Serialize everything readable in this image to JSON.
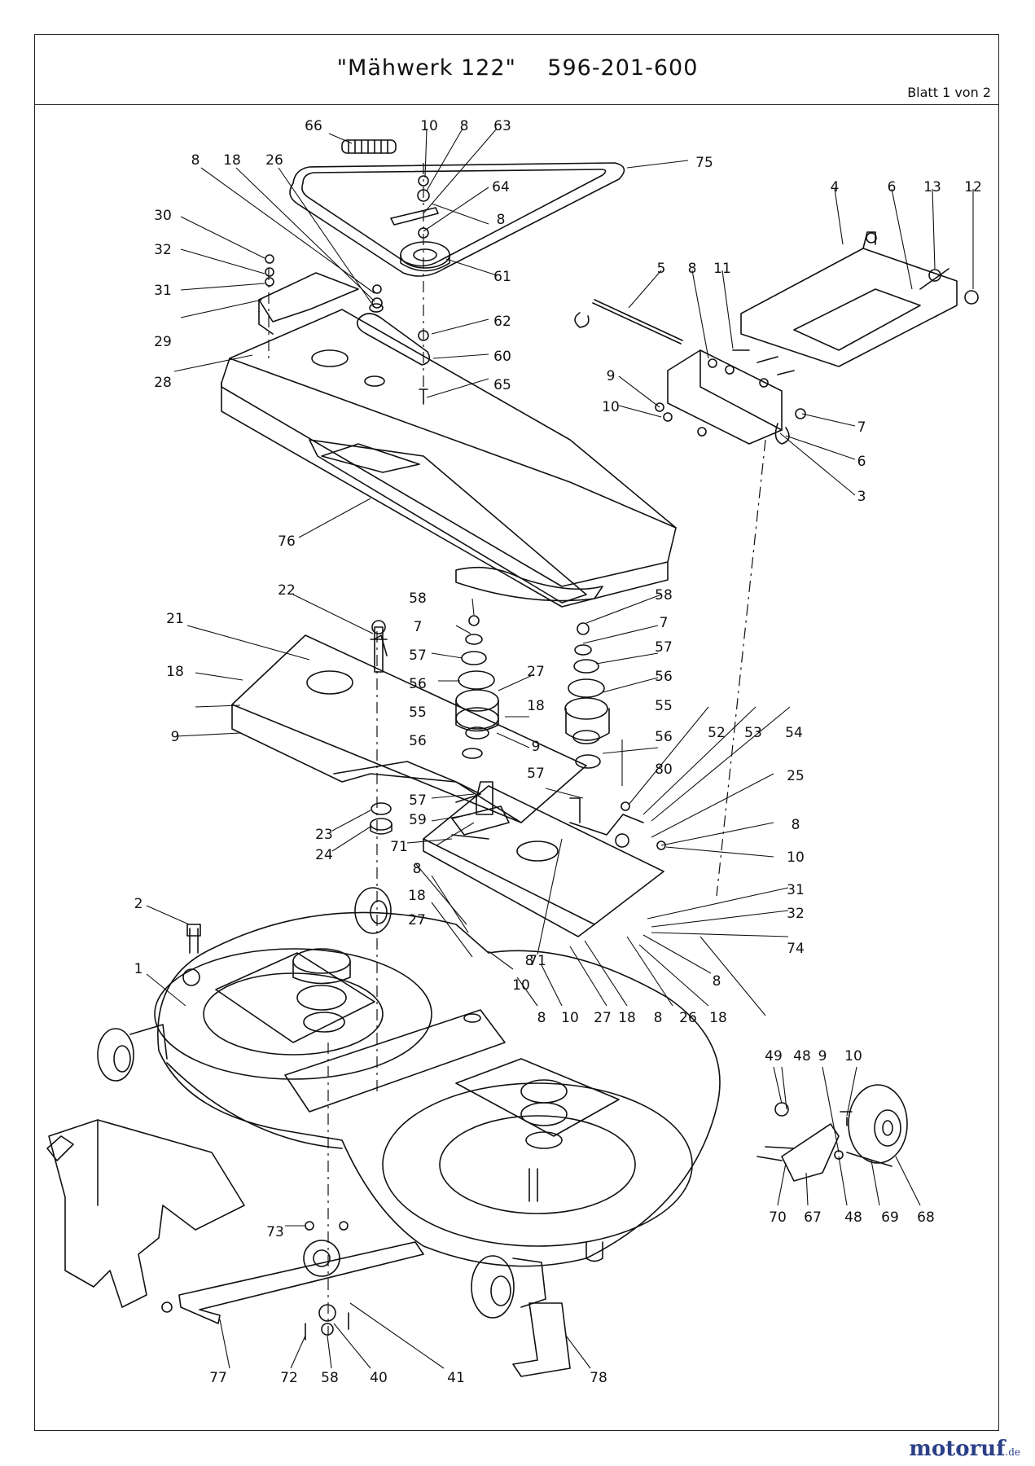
{
  "header": {
    "title": "\"Mähwerk 122\"    596-201-600",
    "sheet": "Blatt 1 von 2"
  },
  "watermark": {
    "brand": "motoruf",
    "suffix": ".de"
  },
  "callouts": [
    {
      "id": "c66",
      "text": "66"
    },
    {
      "id": "c10a",
      "text": "10"
    },
    {
      "id": "c8a",
      "text": "8"
    },
    {
      "id": "c63",
      "text": "63"
    },
    {
      "id": "c75",
      "text": "75"
    },
    {
      "id": "c8b",
      "text": "8"
    },
    {
      "id": "c18a",
      "text": "18"
    },
    {
      "id": "c26a",
      "text": "26"
    },
    {
      "id": "c64",
      "text": "64"
    },
    {
      "id": "c8c",
      "text": "8"
    },
    {
      "id": "c30",
      "text": "30"
    },
    {
      "id": "c32a",
      "text": "32"
    },
    {
      "id": "c31a",
      "text": "31"
    },
    {
      "id": "c61",
      "text": "61"
    },
    {
      "id": "c29",
      "text": "29"
    },
    {
      "id": "c62",
      "text": "62"
    },
    {
      "id": "c28",
      "text": "28"
    },
    {
      "id": "c60",
      "text": "60"
    },
    {
      "id": "c65",
      "text": "65"
    },
    {
      "id": "c4",
      "text": "4"
    },
    {
      "id": "c6a",
      "text": "6"
    },
    {
      "id": "c13",
      "text": "13"
    },
    {
      "id": "c12",
      "text": "12"
    },
    {
      "id": "c5",
      "text": "5"
    },
    {
      "id": "c8d",
      "text": "8"
    },
    {
      "id": "c11",
      "text": "11"
    },
    {
      "id": "c9a",
      "text": "9"
    },
    {
      "id": "c10b",
      "text": "10"
    },
    {
      "id": "c7a",
      "text": "7"
    },
    {
      "id": "c6b",
      "text": "6"
    },
    {
      "id": "c3",
      "text": "3"
    },
    {
      "id": "c76",
      "text": "76"
    },
    {
      "id": "c22",
      "text": "22"
    },
    {
      "id": "c58a",
      "text": "58"
    },
    {
      "id": "c58b",
      "text": "58"
    },
    {
      "id": "c21",
      "text": "21"
    },
    {
      "id": "c7b",
      "text": "7"
    },
    {
      "id": "c7c",
      "text": "7"
    },
    {
      "id": "c57a",
      "text": "57"
    },
    {
      "id": "c57b",
      "text": "57"
    },
    {
      "id": "c27a",
      "text": "27"
    },
    {
      "id": "c56a",
      "text": "56"
    },
    {
      "id": "c56b",
      "text": "56"
    },
    {
      "id": "c18b",
      "text": "18"
    },
    {
      "id": "c55a",
      "text": "55"
    },
    {
      "id": "c55b",
      "text": "55"
    },
    {
      "id": "c18c",
      "text": "18"
    },
    {
      "id": "c9b",
      "text": "9"
    },
    {
      "id": "c56c",
      "text": "56"
    },
    {
      "id": "c9c",
      "text": "9"
    },
    {
      "id": "c56d",
      "text": "56"
    },
    {
      "id": "c80",
      "text": "80"
    },
    {
      "id": "c52",
      "text": "52"
    },
    {
      "id": "c53",
      "text": "53"
    },
    {
      "id": "c54",
      "text": "54"
    },
    {
      "id": "c57c",
      "text": "57"
    },
    {
      "id": "c25",
      "text": "25"
    },
    {
      "id": "c57d",
      "text": "57"
    },
    {
      "id": "c23",
      "text": "23"
    },
    {
      "id": "c59",
      "text": "59"
    },
    {
      "id": "c8e",
      "text": "8"
    },
    {
      "id": "c24",
      "text": "24"
    },
    {
      "id": "c71a",
      "text": "71"
    },
    {
      "id": "c10c",
      "text": "10"
    },
    {
      "id": "c8f",
      "text": "8"
    },
    {
      "id": "c31b",
      "text": "31"
    },
    {
      "id": "c18d",
      "text": "18"
    },
    {
      "id": "c32b",
      "text": "32"
    },
    {
      "id": "c2",
      "text": "2"
    },
    {
      "id": "c27b",
      "text": "27"
    },
    {
      "id": "c71b",
      "text": "71"
    },
    {
      "id": "c74",
      "text": "74"
    },
    {
      "id": "c8g",
      "text": "8"
    },
    {
      "id": "c1",
      "text": "1"
    },
    {
      "id": "c10d",
      "text": "10"
    },
    {
      "id": "c8h",
      "text": "8"
    },
    {
      "id": "c8i",
      "text": "8"
    },
    {
      "id": "c10e",
      "text": "10"
    },
    {
      "id": "c27c",
      "text": "27"
    },
    {
      "id": "c18e",
      "text": "18"
    },
    {
      "id": "c8j",
      "text": "8"
    },
    {
      "id": "c26b",
      "text": "26"
    },
    {
      "id": "c18f",
      "text": "18"
    },
    {
      "id": "c49",
      "text": "49"
    },
    {
      "id": "c48a",
      "text": "48"
    },
    {
      "id": "c9d",
      "text": "9"
    },
    {
      "id": "c10f",
      "text": "10"
    },
    {
      "id": "c73",
      "text": "73"
    },
    {
      "id": "c70",
      "text": "70"
    },
    {
      "id": "c67",
      "text": "67"
    },
    {
      "id": "c48b",
      "text": "48"
    },
    {
      "id": "c69",
      "text": "69"
    },
    {
      "id": "c68",
      "text": "68"
    },
    {
      "id": "c77",
      "text": "77"
    },
    {
      "id": "c72",
      "text": "72"
    },
    {
      "id": "c58c",
      "text": "58"
    },
    {
      "id": "c40",
      "text": "40"
    },
    {
      "id": "c41",
      "text": "41"
    },
    {
      "id": "c78",
      "text": "78"
    }
  ]
}
